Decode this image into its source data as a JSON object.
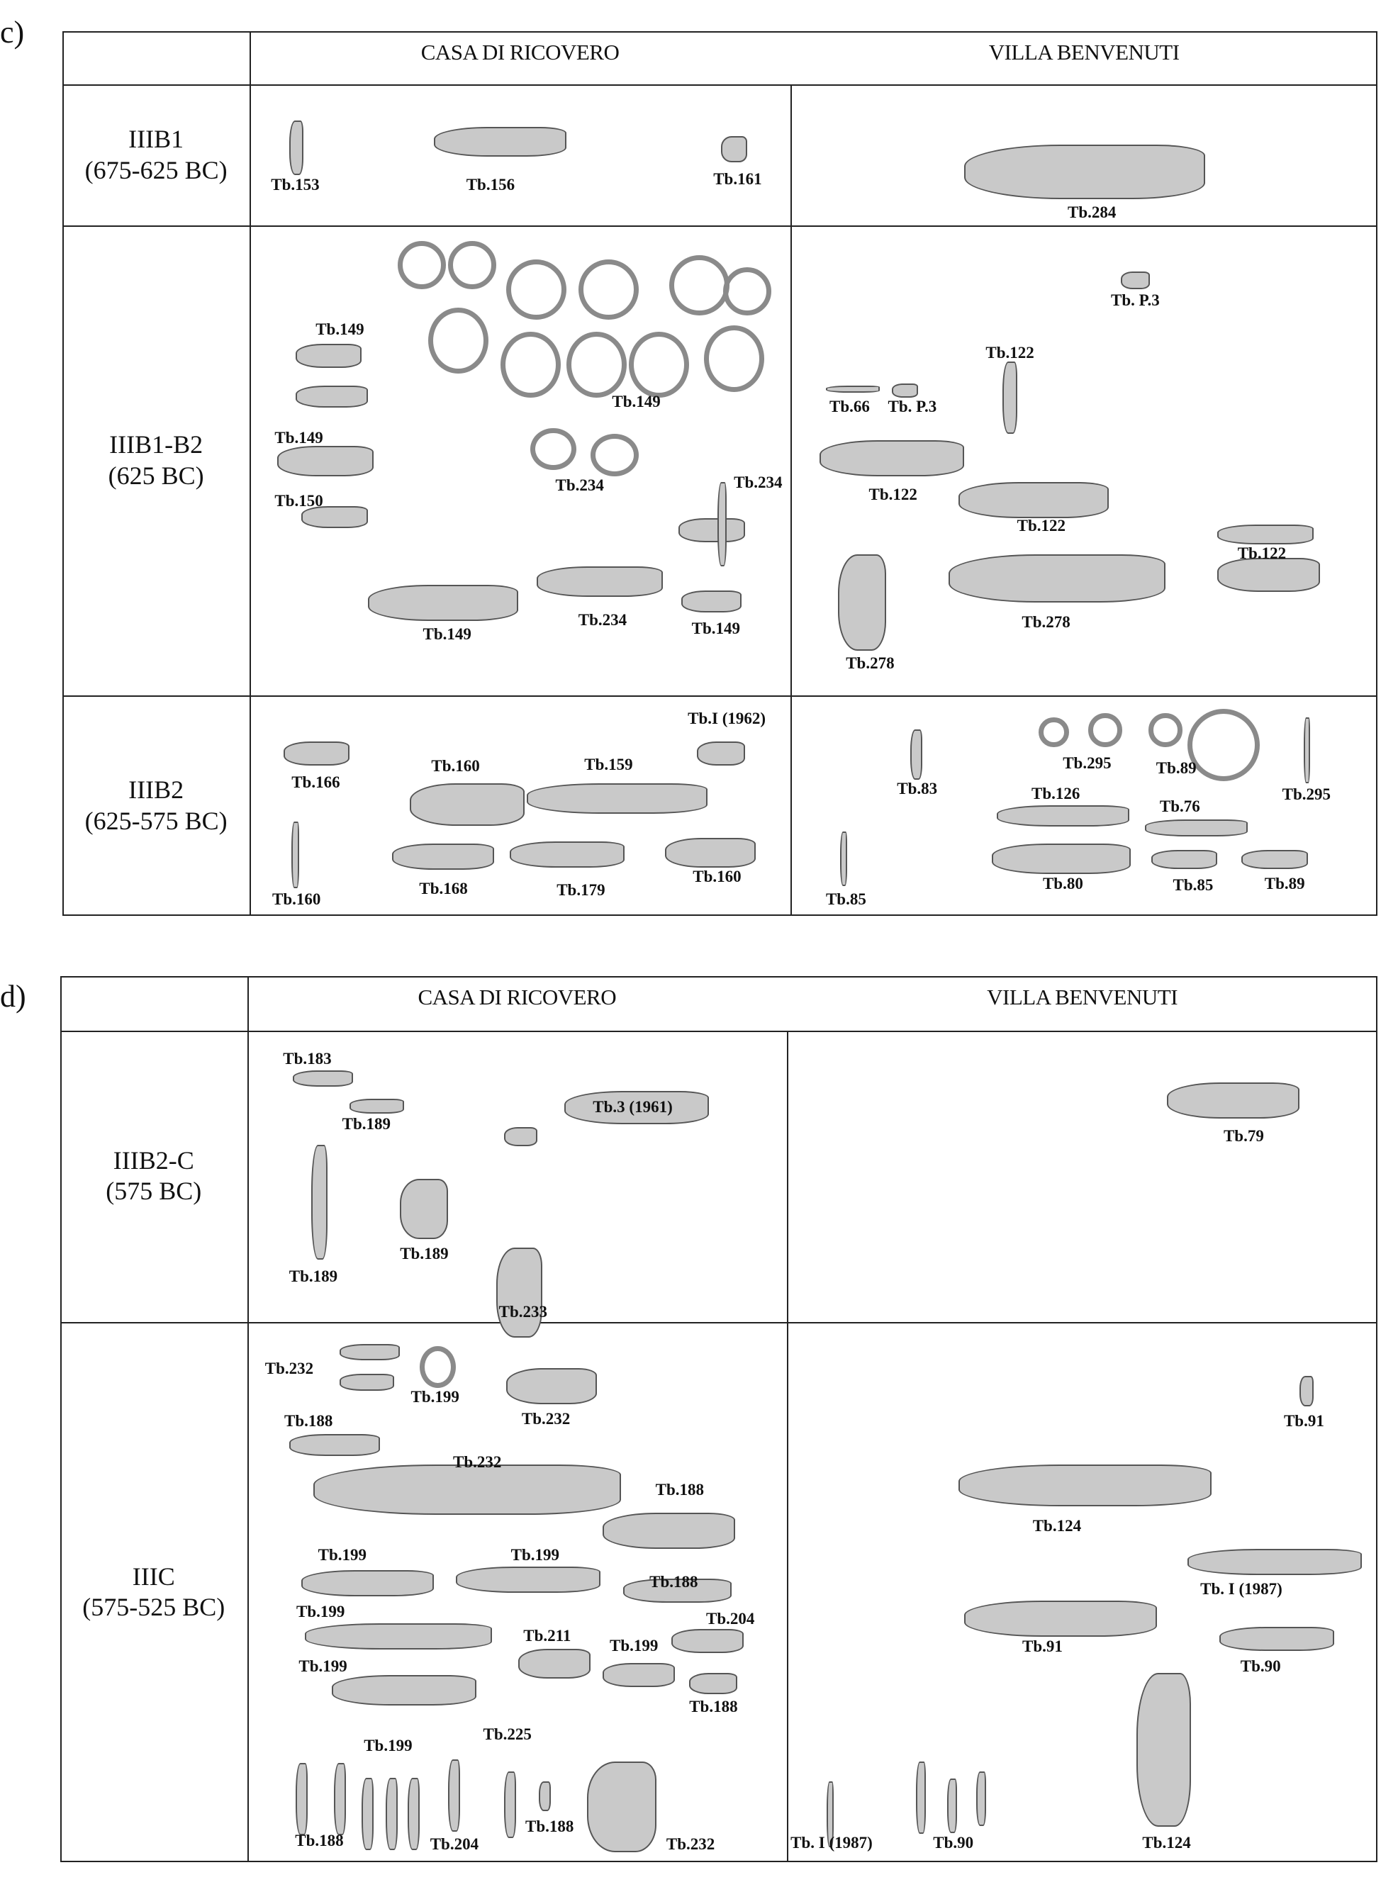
{
  "panels": [
    {
      "letter": "c)",
      "columns": [
        "CASA DI RICOVERO",
        "VILLA BENVENUTI"
      ],
      "rows": [
        {
          "phase": "IIIB1",
          "date": "(675-625 BC)",
          "labels": [
            "Tb.153",
            "Tb.156",
            "Tb.161",
            "Tb.284"
          ]
        },
        {
          "phase": "IIIB1-B2",
          "date": "(625 BC)",
          "labels": [
            "Tb.149",
            "Tb.149",
            "Tb.150",
            "Tb.149",
            "Tb.234",
            "Tb.234",
            "Tb.149",
            "Tb.234",
            "Tb.149",
            "Tb. P.3",
            "Tb.122",
            "Tb.66",
            "Tb. P.3",
            "Tb.122",
            "Tb.122",
            "Tb.122",
            "Tb.278",
            "Tb.278"
          ]
        },
        {
          "phase": "IIIB2",
          "date": "(625-575 BC)",
          "labels": [
            "Tb.I (1962)",
            "Tb.166",
            "Tb.160",
            "Tb.159",
            "Tb.160",
            "Tb.168",
            "Tb.179",
            "Tb.160",
            "Tb.83",
            "Tb.295",
            "Tb.89",
            "Tb.295",
            "Tb.126",
            "Tb.76",
            "Tb.85",
            "Tb.80",
            "Tb.85",
            "Tb.89"
          ]
        }
      ]
    },
    {
      "letter": "d)",
      "columns": [
        "CASA DI RICOVERO",
        "VILLA BENVENUTI"
      ],
      "rows": [
        {
          "phase": "IIIB2-C",
          "date": "(575 BC)",
          "labels": [
            "Tb.183",
            "Tb.189",
            "Tb.3 (1961)",
            "Tb.189",
            "Tb.189",
            "Tb.233",
            "Tb.79"
          ]
        },
        {
          "phase": "IIIC",
          "date": "(575-525 BC)",
          "labels": [
            "Tb.232",
            "Tb.199",
            "Tb.232",
            "Tb.188",
            "Tb.232",
            "Tb.188",
            "Tb.199",
            "Tb.199",
            "Tb.188",
            "Tb.199",
            "Tb.204",
            "Tb.211",
            "Tb.199",
            "Tb.199",
            "Tb.188",
            "Tb.199",
            "Tb.225",
            "Tb.188",
            "Tb.204",
            "Tb.188",
            "Tb.232",
            "Tb.91",
            "Tb.124",
            "Tb. I (1987)",
            "Tb.91",
            "Tb.90",
            "Tb. I (1987)",
            "Tb.90",
            "Tb.124"
          ]
        }
      ]
    }
  ]
}
